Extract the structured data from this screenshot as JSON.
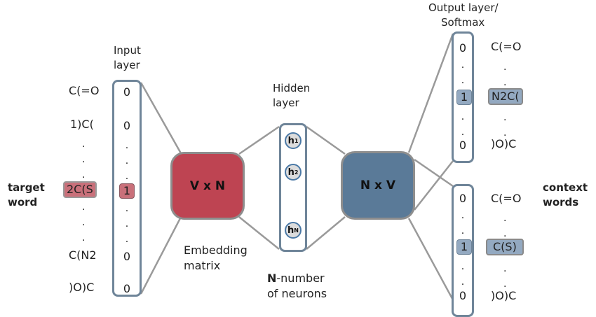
{
  "labels": {
    "input_layer": [
      "Input",
      "layer"
    ],
    "hidden_layer": [
      "Hidden",
      "layer"
    ],
    "output_layer": [
      "Output layer/",
      "Softmax"
    ],
    "embedding_matrix": [
      "Embedding",
      "matrix"
    ],
    "neurons_note_bold": "N",
    "neurons_note_rest": "-number",
    "neurons_note_line2": "of neurons",
    "target_word": [
      "target",
      "word"
    ],
    "context_words": [
      "context",
      "words"
    ]
  },
  "input": {
    "words": [
      "C(=O",
      "1)C(",
      "2C(S",
      "C(N2",
      ")O)C"
    ],
    "values": [
      "0",
      "0",
      "1",
      "0",
      "0"
    ],
    "highlight_index": 2,
    "highlight_color": "#c9707a"
  },
  "matrices": {
    "embedding": {
      "label": "V x N",
      "color": "#be4452"
    },
    "output": {
      "label": "N x V",
      "color": "#5a7a98"
    }
  },
  "hidden": {
    "neurons": [
      {
        "base": "h",
        "sub": "1"
      },
      {
        "base": "h",
        "sub": "2"
      },
      {
        "base": "h",
        "sub": "N"
      }
    ]
  },
  "outputs": [
    {
      "values": [
        "0",
        "1",
        "0"
      ],
      "words": [
        "C(=O",
        "N2C(",
        ")O)C"
      ],
      "highlight_index": 1,
      "highlight_color": "#93a9c1"
    },
    {
      "values": [
        "0",
        "1",
        "0"
      ],
      "words": [
        "C(=O",
        "C(S)",
        ")O)C"
      ],
      "highlight_index": 1,
      "highlight_color": "#93a9c1"
    }
  ],
  "dot": "."
}
